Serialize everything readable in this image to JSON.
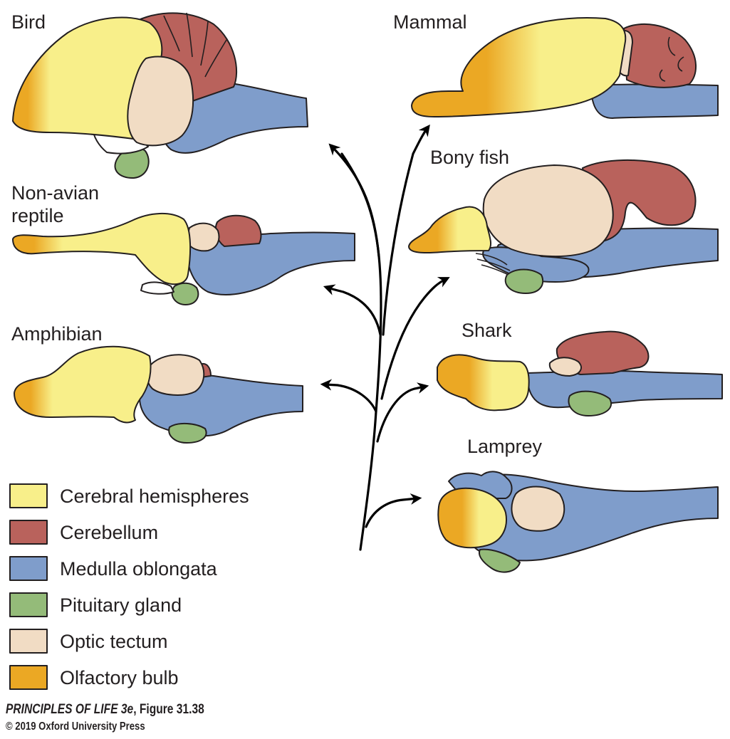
{
  "labels": {
    "bird": "Bird",
    "mammal": "Mammal",
    "bony_fish": "Bony fish",
    "reptile_line1": "Non-avian",
    "reptile_line2": "reptile",
    "amphibian": "Amphibian",
    "shark": "Shark",
    "lamprey": "Lamprey"
  },
  "legend": [
    {
      "label": "Cerebral hemispheres",
      "color": "#f8ef8a"
    },
    {
      "label": "Cerebellum",
      "color": "#b9625c"
    },
    {
      "label": "Medulla oblongata",
      "color": "#7f9dcb"
    },
    {
      "label": "Pituitary gland",
      "color": "#94bb79"
    },
    {
      "label": "Optic tectum",
      "color": "#f1dcc4"
    },
    {
      "label": "Olfactory bulb",
      "color": "#eba824"
    }
  ],
  "credit": {
    "title": "PRINCIPLES OF LIFE 3e",
    "figure": ", Figure 31.38",
    "copyright": "© 2019 Oxford University Press"
  }
}
